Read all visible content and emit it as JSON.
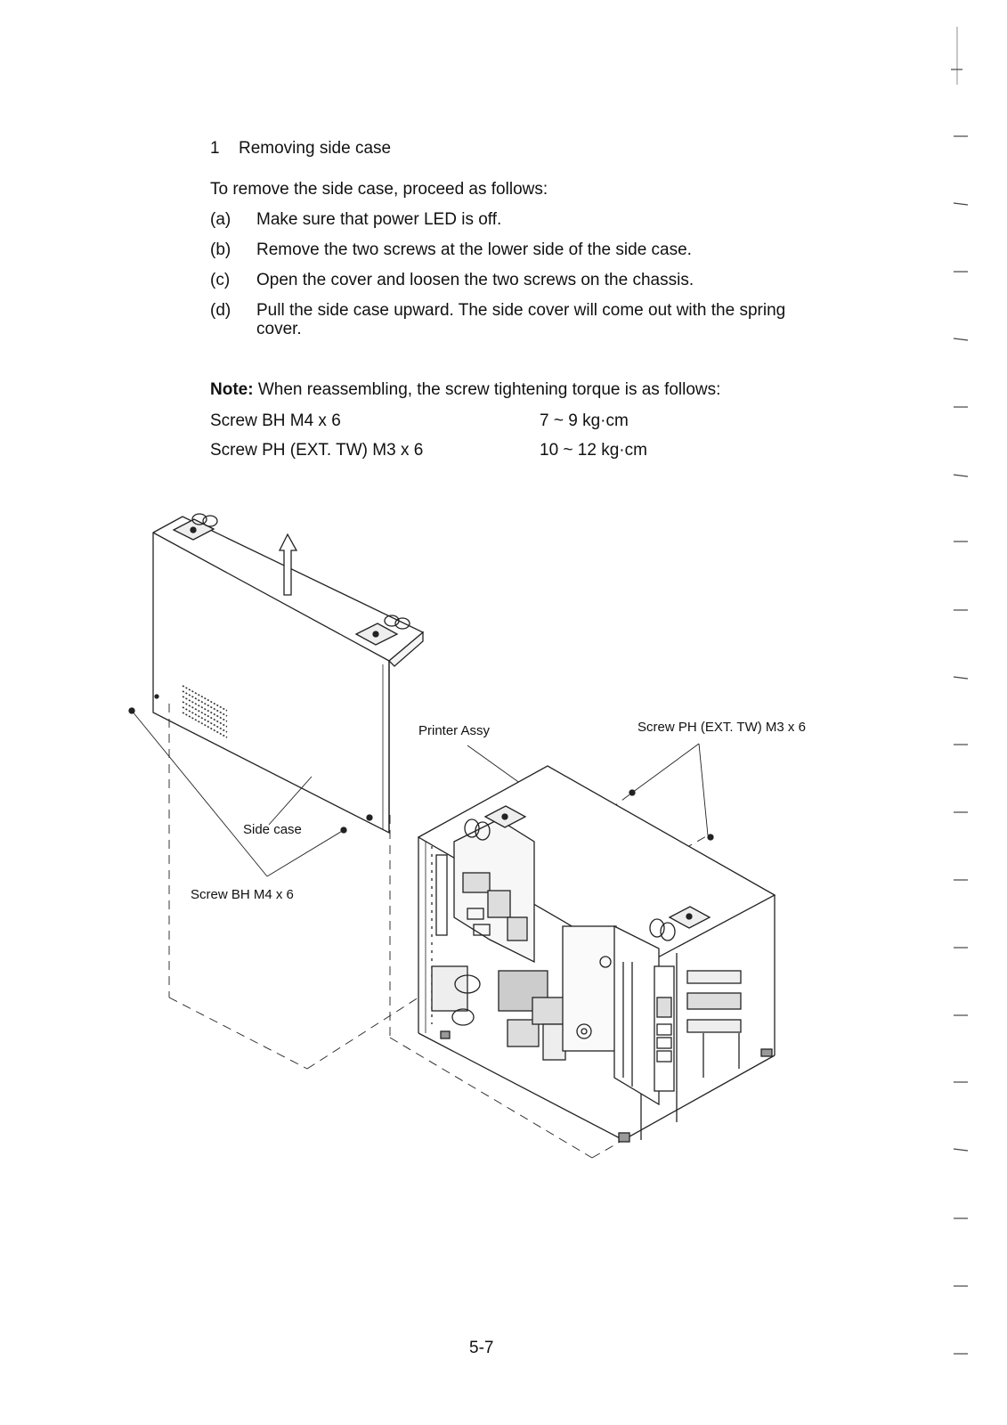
{
  "section": {
    "number": "1",
    "title": "Removing side case"
  },
  "intro": "To remove the side case, proceed as follows:",
  "steps": [
    {
      "mark": "(a)",
      "text": "Make sure that power LED is off."
    },
    {
      "mark": "(b)",
      "text": "Remove the two screws at the lower side of the side case."
    },
    {
      "mark": "(c)",
      "text": "Open the cover and loosen the two screws on the chassis."
    },
    {
      "mark": "(d)",
      "text": "Pull the side case upward.  The side cover will come out with the spring cover."
    }
  ],
  "note": {
    "label": "Note:",
    "text": "When reassembling, the screw tightening torque is as follows:"
  },
  "torque": [
    {
      "screw": "Screw BH M4 x 6",
      "value": "7 ~ 9 kg·cm"
    },
    {
      "screw": "Screw PH (EXT. TW) M3 x 6",
      "value": "10 ~ 12 kg·cm"
    }
  ],
  "figure": {
    "labels": {
      "printer_assy": "Printer Assy",
      "screw_ph": "Screw PH (EXT. TW) M3 x 6",
      "side_case": "Side case",
      "screw_bh": "Screw BH M4 x 6"
    }
  },
  "page_number": "5-7"
}
